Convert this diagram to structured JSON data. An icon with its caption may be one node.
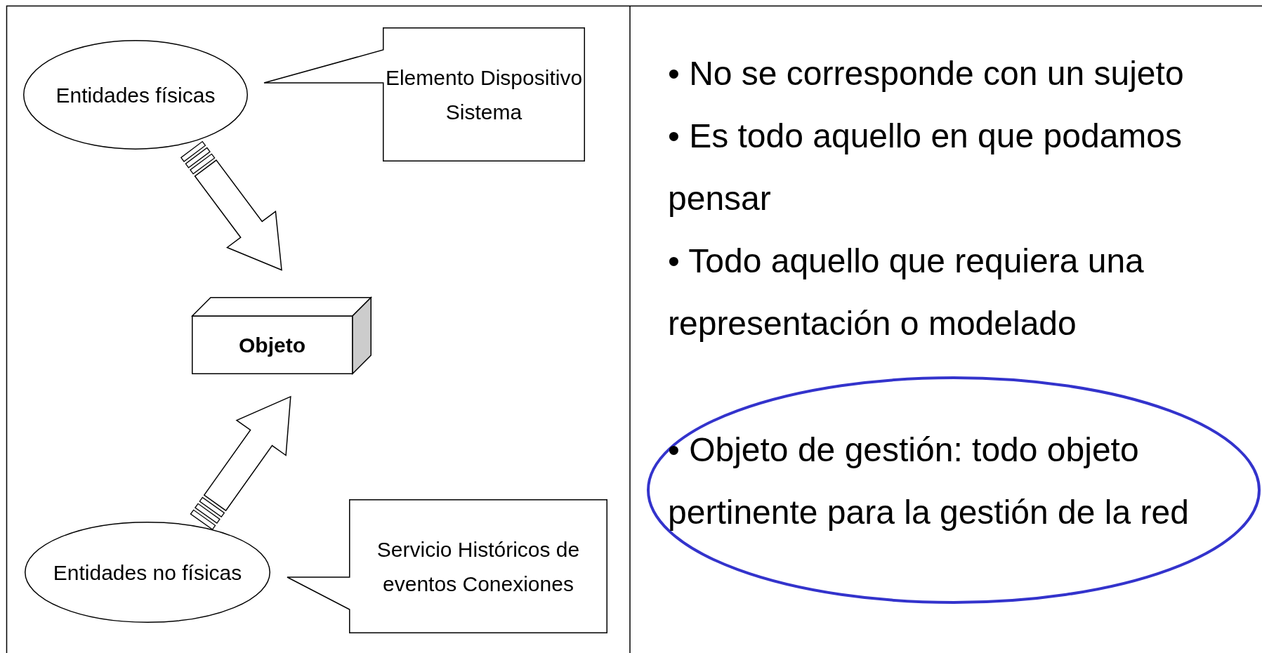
{
  "diagram": {
    "nodes": [
      {
        "text": [
          "Entidades físicas"
        ]
      },
      {
        "text": [
          "Elemento Dispositivo Sistema"
        ]
      },
      {
        "text": [
          "Objeto"
        ]
      },
      {
        "text": [
          "Entidades no físicas"
        ]
      },
      {
        "text": [
          "Servicio Históricos de eventos Conexiones"
        ]
      },
      {
        "text": [
          "• Objeto de gestión: todo objeto pertinente para la gestión de la red"
        ]
      }
    ],
    "edges": [
      {
        "from": 0,
        "to": 2,
        "arrow": "to"
      },
      {
        "from": 3,
        "to": 2,
        "arrow": "to"
      }
    ],
    "labels": [
      "• No se corresponde con un sujeto",
      "• Es todo aquello en que podamos pensar",
      "• Todo aquello que requiera una representación o modelado"
    ]
  }
}
